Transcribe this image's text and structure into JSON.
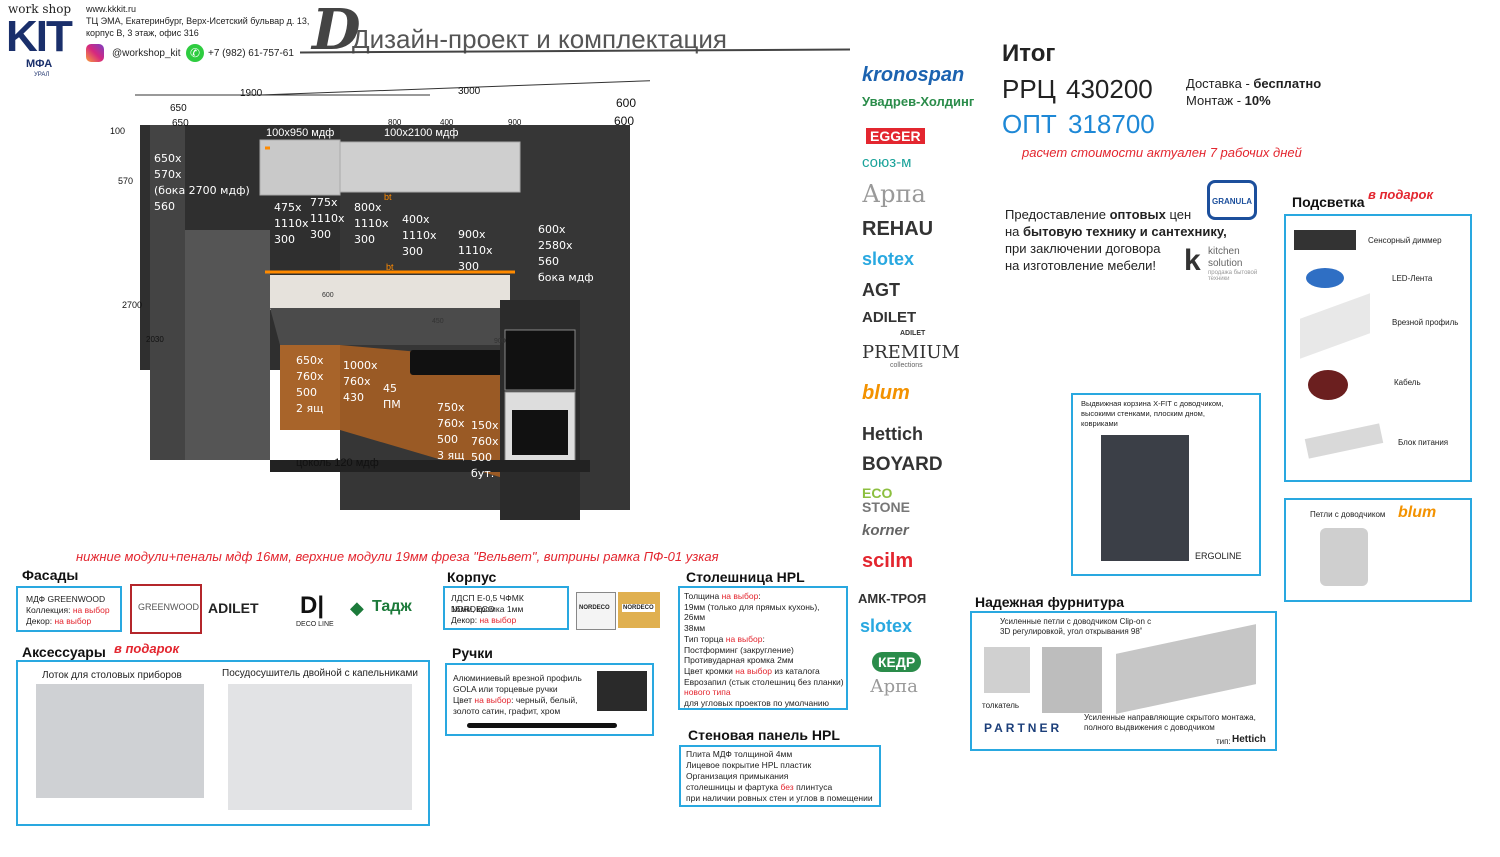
{
  "header": {
    "logo_top": "work shop",
    "logo_kit": "KIT",
    "logo_sub": "МФА",
    "logo_sub2": "УРАЛ",
    "site": "www.kkkit.ru",
    "address1": "ТЦ ЭМА, Екатеринбург, Верх-Исетский бульвар д. 13,",
    "address2": "корпус В, 3 этаж, офис 316",
    "instagram": "@workshop_kit",
    "phone": "+7 (982) 61-757-61",
    "title_initial": "D",
    "title": "Дизайн-проект и комплектация"
  },
  "totals": {
    "heading": "Итог",
    "rrc_label": "РРЦ",
    "rrc_value": "430200",
    "opt_label": "ОПТ",
    "opt_value": "318700",
    "delivery_label": "Доставка - ",
    "delivery_value": "бесплатно",
    "install_label": "Монтаж - ",
    "install_value": "10%",
    "validity": "расчет стоимости актуален 7 рабочих дней"
  },
  "wholesale": {
    "line1_a": "Предоставление ",
    "line1_b": "оптовых",
    "line1_c": " цен",
    "line2_a": "на ",
    "line2_b": "бытовую технику и сантехнику,",
    "line3": "при заключении договора",
    "line4": "на изготовление мебели!",
    "granula": "GRANULA",
    "kitchen1": "kitchen",
    "kitchen2": "solution",
    "kitchen3": "продажа бытовой техники"
  },
  "brands": [
    "kronospan",
    "Увадрев-Холдинг",
    "EGGER",
    "союз-м",
    "Арпа",
    "REHAU",
    "slotex",
    "AGT",
    "ADILET",
    "ADILET",
    "PREMIUM",
    "collections",
    "blum",
    "Hettich",
    "BOYARD",
    "ECO",
    "STONE",
    "korner",
    "scilm",
    "АМК-ТРОЯ",
    "slotex",
    "КЕДР",
    "Арпа"
  ],
  "kitchen": {
    "dims_top": [
      "1900",
      "650",
      "650",
      "3000",
      "600",
      "600",
      "800",
      "400",
      "900"
    ],
    "dims_left": [
      "100",
      "570",
      "2700",
      "2030"
    ],
    "upper_label1": "100x950 мдф",
    "upper_label2": "100x2100 мдф",
    "col1": "650x\n570x\n(бока 2700 мдф)\n560",
    "col2": "475x\n1110x\n300",
    "col3": "775x\n1110x\n300",
    "col4": "800x\n1110x\n300",
    "col5": "400x\n1110x\n300",
    "col6": "900x\n1110x\n300",
    "col7": "600x\n2580x\n560\nбока мдф",
    "low1": "650x\n760x\n500\n2 ящ",
    "low2": "1000x\n760x\n430",
    "low3": "45\nПМ",
    "low4": "750x\n760x\n500\n3 ящ",
    "low5": "150x\n760x\n500\nбут.",
    "plinth": "цоколь 120 мдф",
    "dim_600_a": "600",
    "dim_450": "450",
    "dim_900": "900",
    "bt": "bt"
  },
  "note": "нижние модули+пеналы мдф 16мм, верхние модули 19мм фреза \"Вельвет\", витрины рамка ПФ-01 узкая",
  "facades": {
    "title": "Фасады",
    "l1": "МДФ GREENWOOD",
    "l2a": "Коллекция: ",
    "l2b": "на выбор",
    "l3a": "Декор: ",
    "l3b": "на выбор",
    "logos": [
      "GREENWOOD",
      "ADILET",
      "DECO LINE",
      "Тадж"
    ]
  },
  "korpus": {
    "title": "Корпус",
    "l1": "ЛДСП Е-0,5 ЧФМК NORDECO",
    "l2": "16мм, кромка 1мм",
    "l3a": "Декор: ",
    "l3b": "на выбор",
    "logo1": "NORDECO",
    "logo2": "NORDECO"
  },
  "countertop": {
    "title": "Столешница HPL",
    "lines": [
      [
        "Толщина ",
        "на выбор",
        ":"
      ],
      [
        "19мм (только для прямых кухонь),",
        "",
        ""
      ],
      [
        "26мм",
        "",
        ""
      ],
      [
        "38мм",
        "",
        ""
      ],
      [
        "Тип торца ",
        "на выбор",
        ":"
      ],
      [
        "Постформинг (закругление)",
        "",
        ""
      ],
      [
        "Противударная кромка 2мм",
        "",
        ""
      ],
      [
        "Цвет кромки ",
        "на выбор",
        " из каталога"
      ],
      [
        "Еврозапил (стык столешниц без планки)",
        "",
        ""
      ],
      [
        "",
        "нового типа",
        ""
      ],
      [
        "для угловых проектов по умолчанию",
        "",
        ""
      ]
    ]
  },
  "accessories": {
    "title": "Аксессуары",
    "gift": "в подарок",
    "item1": "Лоток для столовых приборов",
    "item2": "Посудосушитель двойной с капельниками"
  },
  "handles": {
    "title": "Ручки",
    "l1": "Алюминиевый врезной профиль",
    "l2": "GOLA   или торцевые ручки",
    "l3a": "Цвет ",
    "l3b": "на выбор",
    "l3c": ": черный, белый,",
    "l4": "золото сатин, графит, хром"
  },
  "wallpanel": {
    "title": "Стеновая панель HPL",
    "l1": "Плита МДФ толщиной 4мм",
    "l2": "Лицевое покрытие HPL пластик",
    "l3": "Организация примыкания",
    "l4a": "столешницы и фартука ",
    "l4b": "без",
    "l4c": " плинтуса",
    "l5": "при наличии ровных стен и углов в помещении"
  },
  "lighting": {
    "title": "Подсветка",
    "gift": "в подарок",
    "items": [
      "Сенсорный диммер",
      "LED-Лента",
      "Врезной профиль",
      "Кабель",
      "Блок питания"
    ]
  },
  "basket": {
    "text1": "Выдвижная корзина X-FIT с доводчиком,",
    "text2": "высокими стенками, плоским дном,",
    "text3": "ковриками",
    "logo": "ERGOLINE"
  },
  "hinges": {
    "label": "Петли с доводчиком",
    "logo": "blum"
  },
  "hardware": {
    "title": "Надежная фурнитура",
    "l1": "Усиленные петли с доводчиком Clip-on с",
    "l2": "3D регулировкой, угол открывания 98˚",
    "pusher": "толкатель",
    "partner": "PARTNER",
    "s1": "Усиленные направляющие скрытого монтажа,",
    "s2": "полного выдвижения с доводчиком",
    "type_label": "тип:",
    "type_logo": "Hettich"
  },
  "colors": {
    "accent": "#29a8e0",
    "red": "#e3262f",
    "blue_price": "#1e88d6",
    "cabinet": "#3a3a3a",
    "wood": "#a8642a"
  }
}
